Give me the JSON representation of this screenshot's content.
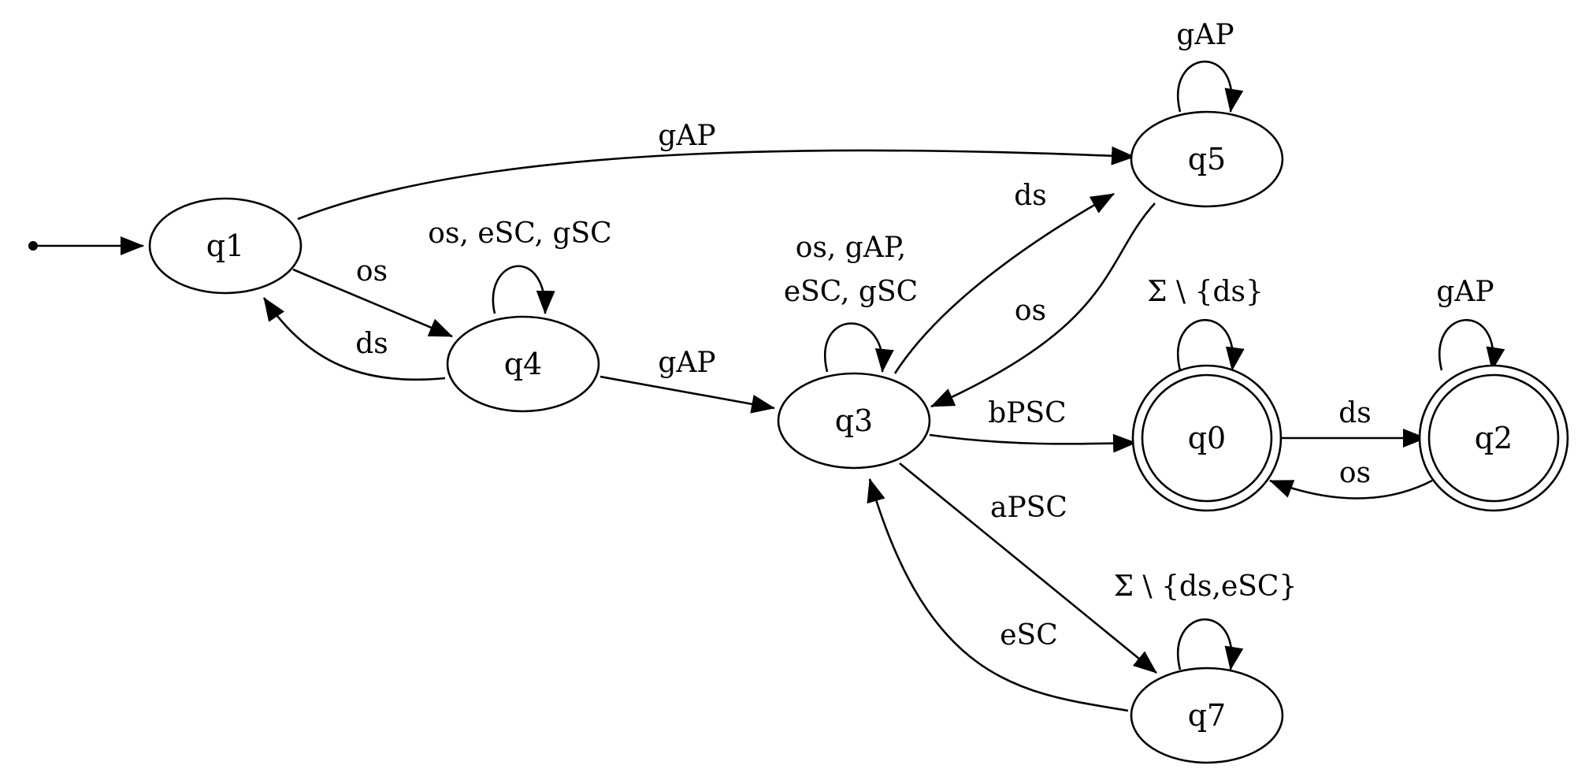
{
  "states": {
    "q0": "q0",
    "q1": "q1",
    "q2": "q2",
    "q3": "q3",
    "q4": "q4",
    "q5": "q5",
    "q7": "q7"
  },
  "accepting_states": [
    "q0",
    "q2"
  ],
  "initial_state": "q1",
  "transitions": [
    {
      "id": "q1-q5",
      "from": "q1",
      "to": "q5",
      "label": "gAP"
    },
    {
      "id": "q1-q4",
      "from": "q1",
      "to": "q4",
      "label": "os"
    },
    {
      "id": "q4-q1",
      "from": "q4",
      "to": "q1",
      "label": "ds"
    },
    {
      "id": "q4-q4",
      "from": "q4",
      "to": "q4",
      "label": "os, eSC, gSC"
    },
    {
      "id": "q4-q3",
      "from": "q4",
      "to": "q3",
      "label": "gAP"
    },
    {
      "id": "q3-q3",
      "from": "q3",
      "to": "q3",
      "label_lines": [
        "os, gAP,",
        "eSC, gSC"
      ]
    },
    {
      "id": "q3-q5",
      "from": "q3",
      "to": "q5",
      "label": "ds"
    },
    {
      "id": "q5-q3",
      "from": "q5",
      "to": "q3",
      "label": "os"
    },
    {
      "id": "q5-q5",
      "from": "q5",
      "to": "q5",
      "label": "gAP"
    },
    {
      "id": "q3-q0",
      "from": "q3",
      "to": "q0",
      "label": "bPSC"
    },
    {
      "id": "q3-q7",
      "from": "q3",
      "to": "q7",
      "label": "aPSC"
    },
    {
      "id": "q7-q3",
      "from": "q7",
      "to": "q3",
      "label": "eSC"
    },
    {
      "id": "q7-q7",
      "from": "q7",
      "to": "q7",
      "label": "Σ \\ {ds,eSC}"
    },
    {
      "id": "q0-q0",
      "from": "q0",
      "to": "q0",
      "label": "Σ \\ {ds}"
    },
    {
      "id": "q0-q2",
      "from": "q0",
      "to": "q2",
      "label": "ds"
    },
    {
      "id": "q2-q0",
      "from": "q2",
      "to": "q0",
      "label": "os"
    },
    {
      "id": "q2-q2",
      "from": "q2",
      "to": "q2",
      "label": "gAP"
    }
  ],
  "labels": {
    "q1_q5": "gAP",
    "q1_q4": "os",
    "q4_q1": "ds",
    "q4_q4": "os, eSC, gSC",
    "q4_q3": "gAP",
    "q3_q3_line1": "os, gAP,",
    "q3_q3_line2": "eSC, gSC",
    "q3_q5": "ds",
    "q5_q3": "os",
    "q5_q5": "gAP",
    "q3_q0": "bPSC",
    "q3_q7": "aPSC",
    "q7_q3": "eSC",
    "q7_q7": "Σ \\ {ds,eSC}",
    "q0_q0": "Σ \\ {ds}",
    "q0_q2": "ds",
    "q2_q0": "os",
    "q2_q2": "gAP"
  }
}
